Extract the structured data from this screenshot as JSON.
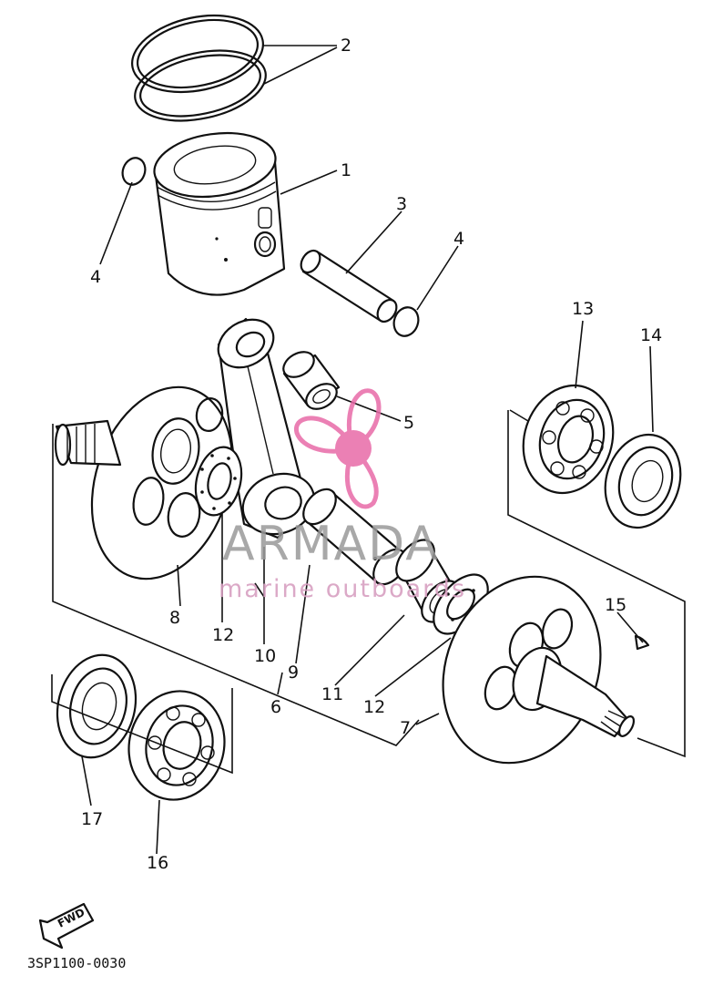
{
  "diagram": {
    "callouts": {
      "c1": "1",
      "c2": "2",
      "c3": "3",
      "c4a": "4",
      "c4b": "4",
      "c5": "5",
      "c6": "6",
      "c7": "7",
      "c8": "8",
      "c9": "9",
      "c10": "10",
      "c11": "11",
      "c12a": "12",
      "c12b": "12",
      "c13": "13",
      "c14": "14",
      "c15": "15",
      "c16": "16",
      "c17": "17"
    },
    "drawing_code": "3SP1100-0030",
    "fwd_label": "FWD"
  },
  "watermark": {
    "name": "ARMADA",
    "tagline": "marine outboards",
    "accent_color": "#e86aa8",
    "text_color": "#9a9a9a"
  }
}
